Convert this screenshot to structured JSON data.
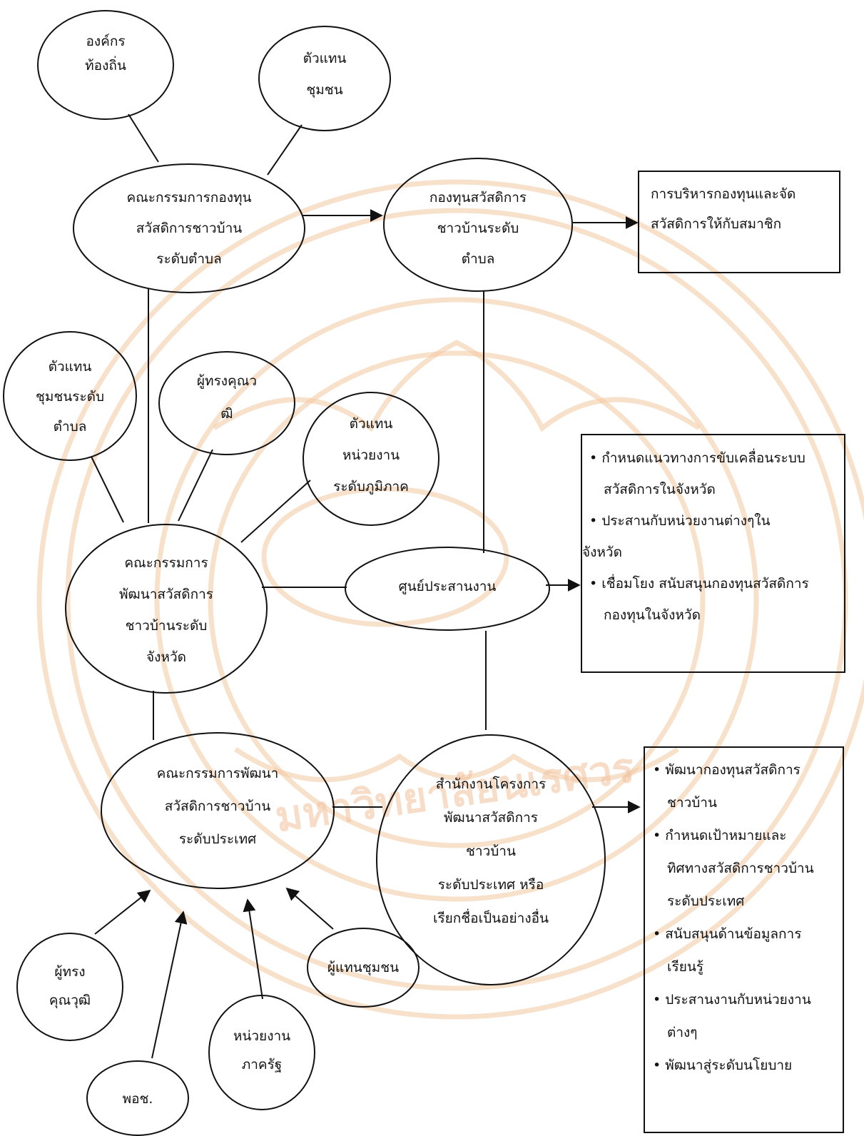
{
  "nodes": {
    "local_org": [
      "องค์กร",
      "ท้องถิ่น"
    ],
    "community_rep": [
      "ตัวแทน",
      "ชุมชน"
    ],
    "tambon_committee": [
      "คณะกรรมการกองทุน",
      "สวัสดิการชาวบ้าน",
      "ระดับตำบล"
    ],
    "tambon_fund": [
      "กองทุนสวัสดิการ",
      "ชาวบ้านระดับ",
      "ตำบล"
    ],
    "tambon_community_rep": [
      "ตัวแทน",
      "ชุมชนระดับ",
      "ตำบล"
    ],
    "expert_small": [
      "ผู้ทรงคุณว",
      "ฒิ"
    ],
    "regional_rep": [
      "ตัวแทน",
      "หน่วยงาน",
      "ระดับภูมิภาค"
    ],
    "province_committee": [
      "คณะกรรมการ",
      "พัฒนาสวัสดิการ",
      "ชาวบ้านระดับ",
      "จังหวัด"
    ],
    "coord_center": [
      "ศูนย์ประสานงาน"
    ],
    "national_committee": [
      "คณะกรรมการพัฒนา",
      "สวัสดิการชาวบ้าน",
      "ระดับประเทศ"
    ],
    "national_office": [
      "สำนักงานโครงการ",
      "พัฒนาสวัสดิการ",
      "ชาวบ้าน",
      "ระดับประเทศ หรือ",
      "เรียกชื่อเป็นอย่างอื่น"
    ],
    "expert": [
      "ผู้ทรง",
      "คุณวุฒิ"
    ],
    "podch": [
      "พอช."
    ],
    "gov_agency": [
      "หน่วยงาน",
      "ภาครัฐ"
    ],
    "community_rep2": [
      "ผู้แทนชุมชน"
    ]
  },
  "boxes": {
    "fund_admin": [
      "การบริหารกองทุนและจัด",
      "สวัสดิการให้กับสมาชิก"
    ],
    "province_tasks": [
      "• กำหนดแนวทางการขับเคลื่อนระบบ",
      "สวัสดิการในจังหวัด",
      "• ประสานกับหน่วยงานต่างๆใน",
      "จังหวัด",
      "• เชื่อมโยง สนับสนุนกองทุนสวัสดิการ",
      "กองทุนในจังหวัด"
    ],
    "national_tasks": [
      "• พัฒนากองทุนสวัสดิการ",
      "ชาวบ้าน",
      "• กำหนดเป้าหมายและ",
      "ทิศทางสวัสดิการชาวบ้าน",
      "ระดับประเทศ",
      "• สนับสนุนด้านข้อมูลการ",
      "เรียนรู้",
      "• ประสานงานกับหน่วยงาน",
      "ต่างๆ",
      "• พัฒนาสู่ระดับนโยบาย"
    ]
  },
  "watermark": [
    "มหาวิทยาลัยนเรศวร"
  ]
}
